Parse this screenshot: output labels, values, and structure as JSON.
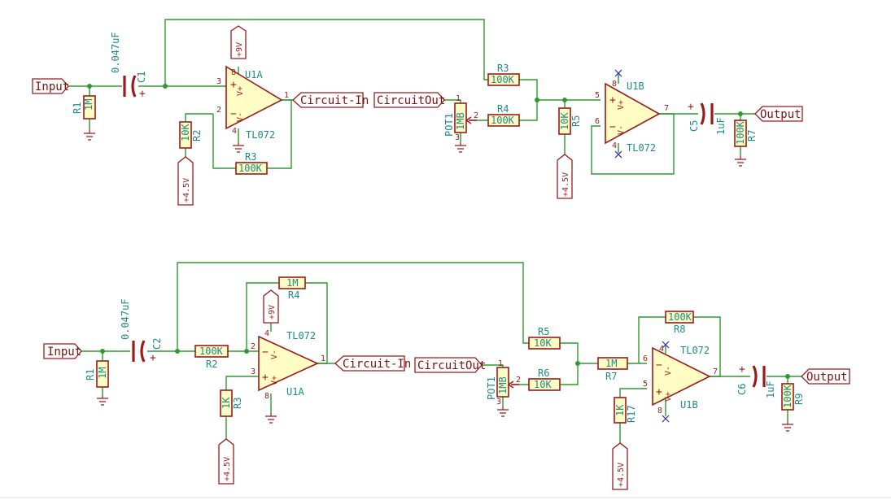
{
  "labels": {
    "input": "Input",
    "output": "Output",
    "circuit_in": "Circuit-In",
    "circuit_out": "CircuitOut",
    "plus9": "+9V",
    "plus45": "+4.5V"
  },
  "top": {
    "C1": {
      "ref": "C1",
      "val": "0.047uF"
    },
    "R1": {
      "ref": "R1",
      "val": "1M"
    },
    "U1A": {
      "ref": "U1A",
      "val": "TL072",
      "pins": [
        "3",
        "2",
        "1",
        "8",
        "4"
      ]
    },
    "R2": {
      "ref": "R2",
      "val": "10K"
    },
    "R3a": {
      "ref": "R3",
      "val": "100K"
    },
    "R3b": {
      "ref": "R3",
      "val": "100K"
    },
    "R4": {
      "ref": "R4",
      "val": "100K"
    },
    "POT1": {
      "ref": "POT1",
      "val": "1MB",
      "pins": [
        "1",
        "2",
        "3"
      ]
    },
    "R5": {
      "ref": "R5",
      "val": "10K"
    },
    "U1B": {
      "ref": "U1B",
      "val": "TL072",
      "pins": [
        "5",
        "6",
        "7",
        "8",
        "4"
      ]
    },
    "C5": {
      "ref": "C5",
      "val": "1uF"
    },
    "R7": {
      "ref": "R7",
      "val": "100K"
    }
  },
  "bottom": {
    "C2": {
      "ref": "C2",
      "val": "0.047uF"
    },
    "R1": {
      "ref": "R1",
      "val": "1M"
    },
    "R2": {
      "ref": "R2",
      "val": "100K"
    },
    "R4": {
      "ref": "R4",
      "val": "1M"
    },
    "U1A": {
      "ref": "U1A",
      "val": "TL072",
      "pins": [
        "2",
        "3",
        "1",
        "4",
        "8"
      ]
    },
    "R3": {
      "ref": "R3",
      "val": "1K"
    },
    "R5": {
      "ref": "R5",
      "val": "10K"
    },
    "R6": {
      "ref": "R6",
      "val": "10K"
    },
    "POT1": {
      "ref": "POT1",
      "val": "1MB",
      "pins": [
        "1",
        "2",
        "3"
      ]
    },
    "R7": {
      "ref": "R7",
      "val": "1M"
    },
    "R8": {
      "ref": "R8",
      "val": "100K"
    },
    "U1B": {
      "ref": "U1B",
      "val": "TL072",
      "pins": [
        "6",
        "5",
        "7",
        "4",
        "8"
      ]
    },
    "R17": {
      "ref": "R17",
      "val": "1K"
    },
    "C6": {
      "ref": "C6",
      "val": "1uF"
    },
    "R9": {
      "ref": "R9",
      "val": "100K"
    }
  },
  "opamp_pins": {
    "vplus": "V+",
    "vminus": "V-",
    "plus": "+",
    "minus": "−"
  }
}
